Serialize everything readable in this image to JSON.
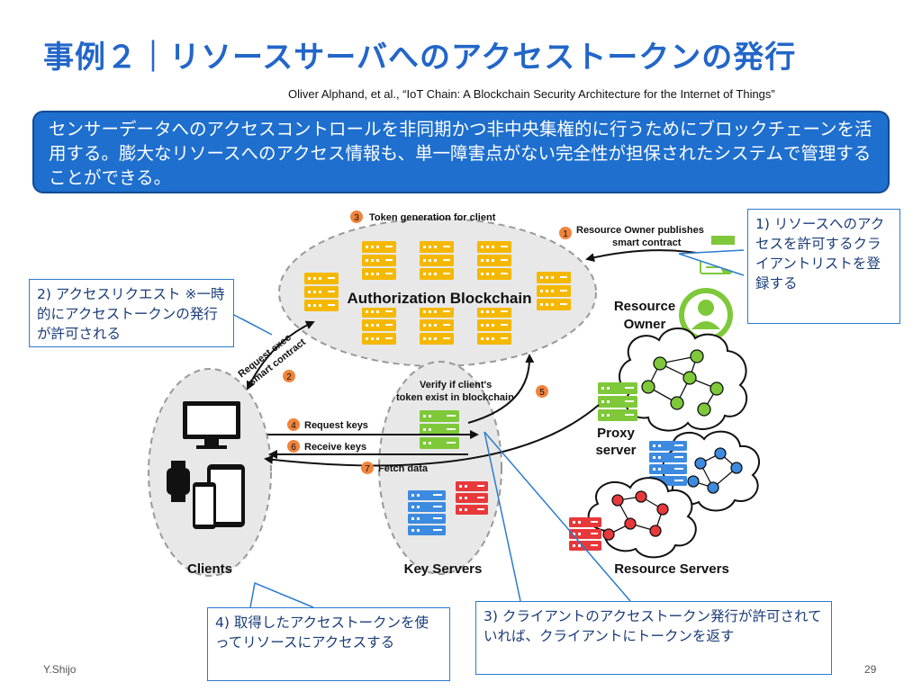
{
  "title": "事例２｜リソースサーバへのアクセストークンの発行",
  "citation": "Oliver Alphand, et al., “IoT Chain: A Blockchain Security Architecture for the Internet of Things”",
  "banner": "センサーデータへのアクセスコントロールを非同期かつ非中央集権的に行うためにブロックチェーンを活用する。膨大なリソースへのアクセス情報も、単一障害点がない完全性が担保されたシステムで管理することができる。",
  "callouts": {
    "c1": "1) リソースへのアクセスを許可するクライアントリストを登録する",
    "c2": "2) アクセスリクエスト ※一時的にアクセストークンの発行が許可される",
    "c3": "3) クライアントのアクセストークン発行が許可されていれば、クライアントにトークンを返す",
    "c4": "4) 取得したアクセストークンを使ってリソースにアクセスする"
  },
  "diagram": {
    "blockchain_label": "Authorization Blockchain",
    "clients_label": "Clients",
    "keyservers_label": "Key Servers",
    "resourceservers_label": "Resource Servers",
    "owner_label_1": "Resource",
    "owner_label_2": "Owner",
    "proxy_label_1": "Proxy",
    "proxy_label_2": "server",
    "steps": {
      "s1_num": "1",
      "s1_line1": "Resource Owner publishes",
      "s1_line2": "smart contract",
      "s2_num": "2",
      "s2_line1": "Request exec",
      "s2_line2": "smart contract",
      "s3_num": "3",
      "s3": "Token generation for client",
      "s4_num": "4",
      "s4": "Request keys",
      "s5_num": "5",
      "s5_line1": "Verify if client's",
      "s5_line2": "token exist in blockchain",
      "s6_num": "6",
      "s6": "Receive keys",
      "s7_num": "7",
      "s7": "Fetch data"
    }
  },
  "footer": {
    "author": "Y.Shijo",
    "page": "29"
  },
  "colors": {
    "title": "#2266c8",
    "banner": "#1e6fce",
    "server_orange": "#f5b800",
    "server_green": "#7ec83a",
    "server_blue": "#3d8be0",
    "server_red": "#e8383a",
    "step_badge": "#f0843c",
    "arrow": "#111111"
  }
}
